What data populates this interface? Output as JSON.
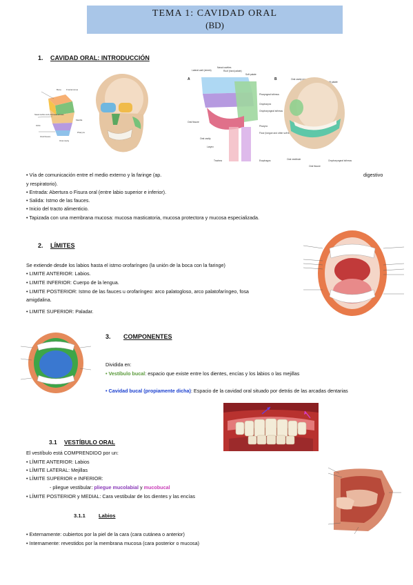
{
  "title": {
    "line1": "TEMA 1: CAVIDAD ORAL",
    "line2": "(BD)"
  },
  "s1": {
    "num": "1.",
    "label": "CAVIDAD ORAL: INTRODUCCIÓN",
    "bullets": [
      "• Vía de comunicación entre el medio externo y la faringe (ap.",
      "digestivo",
      "y respiratorio).",
      "• Entrada: Abertura o Fisura oral (entre labio superior e inferior).",
      "• Salida: Istmo de las fauces.",
      "• Inicio del tracto alimenticio.",
      "• Tapizada con una membrana mucosa: mucosa masticatoria, mucosa protectora y mucosa especializada."
    ],
    "fig_left": {
      "labels": [
        "Bone",
        "Frontal sinus",
        "Nasal cavities and paranasal sinuses",
        "Orbit",
        "Maxilla",
        "Oral fissure",
        "Oral cavity",
        "Pharynx"
      ]
    },
    "fig_right": {
      "label_a": "A",
      "label_b": "B",
      "labels": [
        "Nasal cavities",
        "Roof (hard palate)",
        "Lateral wall (cheek)",
        "Soft palate",
        "Pharyngeal isthmus",
        "Oropharynx",
        "Oropharyngeal isthmus",
        "Oral fissure",
        "Oral cavity",
        "Pharynx",
        "Floor (tongue and other soft tissues)",
        "Larynx",
        "Trachea",
        "Esophagus",
        "Oral cavity proper",
        "Soft palate",
        "Oral vestibule",
        "Oral fissure",
        "Oropharyngeal isthmus"
      ]
    }
  },
  "s2": {
    "num": "2.",
    "label": "LÍMITES",
    "intro": "Se extiende desde los labios hasta el istmo orofaríngeo (la unión de la boca con la faringe)",
    "lines": [
      "• LIMITE ANTERIOR: Labios.",
      "• LIMITE INFERIOR: Cuerpo de la lengua.",
      "• LIMITE POSTERIOR: Istmo de las fauces u orofaríngeo: arco palatogloso, arco palatofaríngeo, fosa",
      "amigdalina.",
      "• LIMITE SUPERIOR: Paladar."
    ]
  },
  "s3": {
    "num": "3.",
    "label": "COMPONENTES",
    "intro": "Dividida en:",
    "vest_label": "• Vestíbulo bucal",
    "vest_text": ": espacio que existe entre los dientes, encías y los labios o las mejillas",
    "cav_label": "• Cavidad bucal (propiamente dicha)",
    "cav_text": ": Espacio de la cavidad oral situado por detrás de las arcadas dentarias"
  },
  "s31": {
    "num": "3.1",
    "label": "VESTÍBULO ORAL",
    "intro": "El vestíbulo está COMPRENDIDO por un:",
    "ant": "• LÍMITE ANTERIOR: Labios",
    "lat": "• LÍMITE LATERAL: Mejillas",
    "supinf": "• LÍMITE SUPERIOR e INFERIOR:",
    "pliegue_pre": "- pliegue vestibular: ",
    "pliegue_a": "pliegue mucolabial",
    "pliegue_y": " y ",
    "pliegue_b": "mucobucal",
    "post": "• LÍMITE POSTERIOR y MEDIAL: Cara vestibular de los dientes y las encías"
  },
  "s311": {
    "num": "3.1.1",
    "label": "Labios",
    "ext": "• Externamente: cubiertos por la piel de la cara (cara cutánea o anterior)",
    "int": "• Internamente: revestidos por la membrana mucosa (cara posterior o mucosa)"
  },
  "colors": {
    "title_bg": "#a9c6e8",
    "green": "#5a9a3a",
    "blue": "#1a3fcf",
    "purple": "#8a3ab8",
    "magenta": "#c83cb8"
  }
}
